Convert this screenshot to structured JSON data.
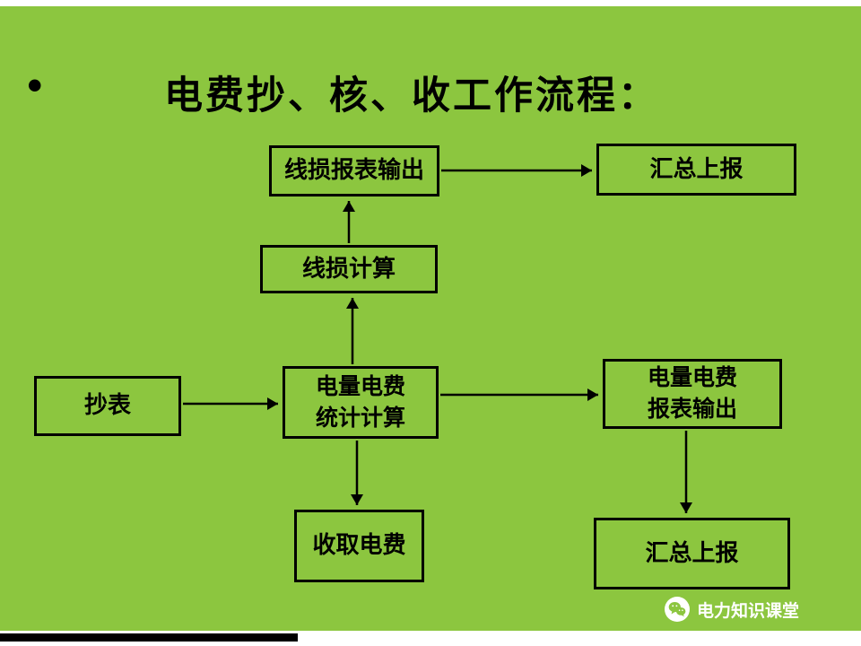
{
  "background_color": "#8CC63F",
  "title": {
    "bullet": "•",
    "text": "电费抄、核、收工作流程："
  },
  "flowchart": {
    "nodes": [
      {
        "id": "line-loss-report-output",
        "label": "线损报表输出"
      },
      {
        "id": "summary-report-top",
        "label": "汇总上报"
      },
      {
        "id": "line-loss-calculation",
        "label": "线损计算"
      },
      {
        "id": "meter-reading",
        "label": "抄表"
      },
      {
        "id": "energy-fee-statistics",
        "label": "电量电费\n统计计算"
      },
      {
        "id": "energy-fee-report-output",
        "label": "电量电费\n报表输出"
      },
      {
        "id": "fee-collection",
        "label": "收取电费"
      },
      {
        "id": "summary-report-bottom",
        "label": "汇总上报"
      }
    ],
    "edges": [
      {
        "from": "line-loss-report-output",
        "to": "summary-report-top"
      },
      {
        "from": "line-loss-calculation",
        "to": "line-loss-report-output"
      },
      {
        "from": "energy-fee-statistics",
        "to": "line-loss-calculation"
      },
      {
        "from": "meter-reading",
        "to": "energy-fee-statistics"
      },
      {
        "from": "energy-fee-statistics",
        "to": "energy-fee-report-output"
      },
      {
        "from": "energy-fee-statistics",
        "to": "fee-collection"
      },
      {
        "from": "energy-fee-report-output",
        "to": "summary-report-bottom"
      }
    ],
    "arrow_color": "#000000"
  },
  "watermark": {
    "icon": "wechat-icon",
    "text": "电力知识课堂"
  }
}
